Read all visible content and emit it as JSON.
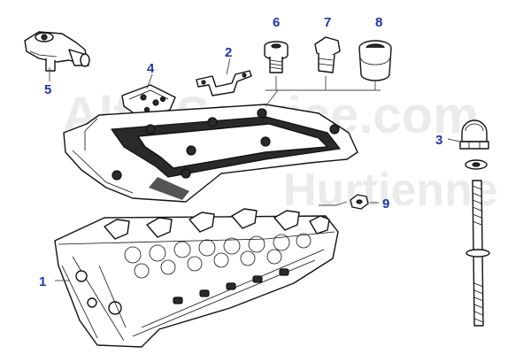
{
  "watermark": {
    "line1": "Alfa-Service.com",
    "line2": "Hurtienne"
  },
  "callouts": [
    {
      "id": "1",
      "label": "1"
    },
    {
      "id": "2",
      "label": "2"
    },
    {
      "id": "3",
      "label": "3"
    },
    {
      "id": "4",
      "label": "4"
    },
    {
      "id": "5",
      "label": "5"
    },
    {
      "id": "6",
      "label": "6"
    },
    {
      "id": "7",
      "label": "7"
    },
    {
      "id": "8",
      "label": "8"
    },
    {
      "id": "9",
      "label": "9"
    }
  ],
  "colors": {
    "callout": "#1f35a8",
    "ink": "#111111",
    "watermark": "#dcdcdc"
  }
}
